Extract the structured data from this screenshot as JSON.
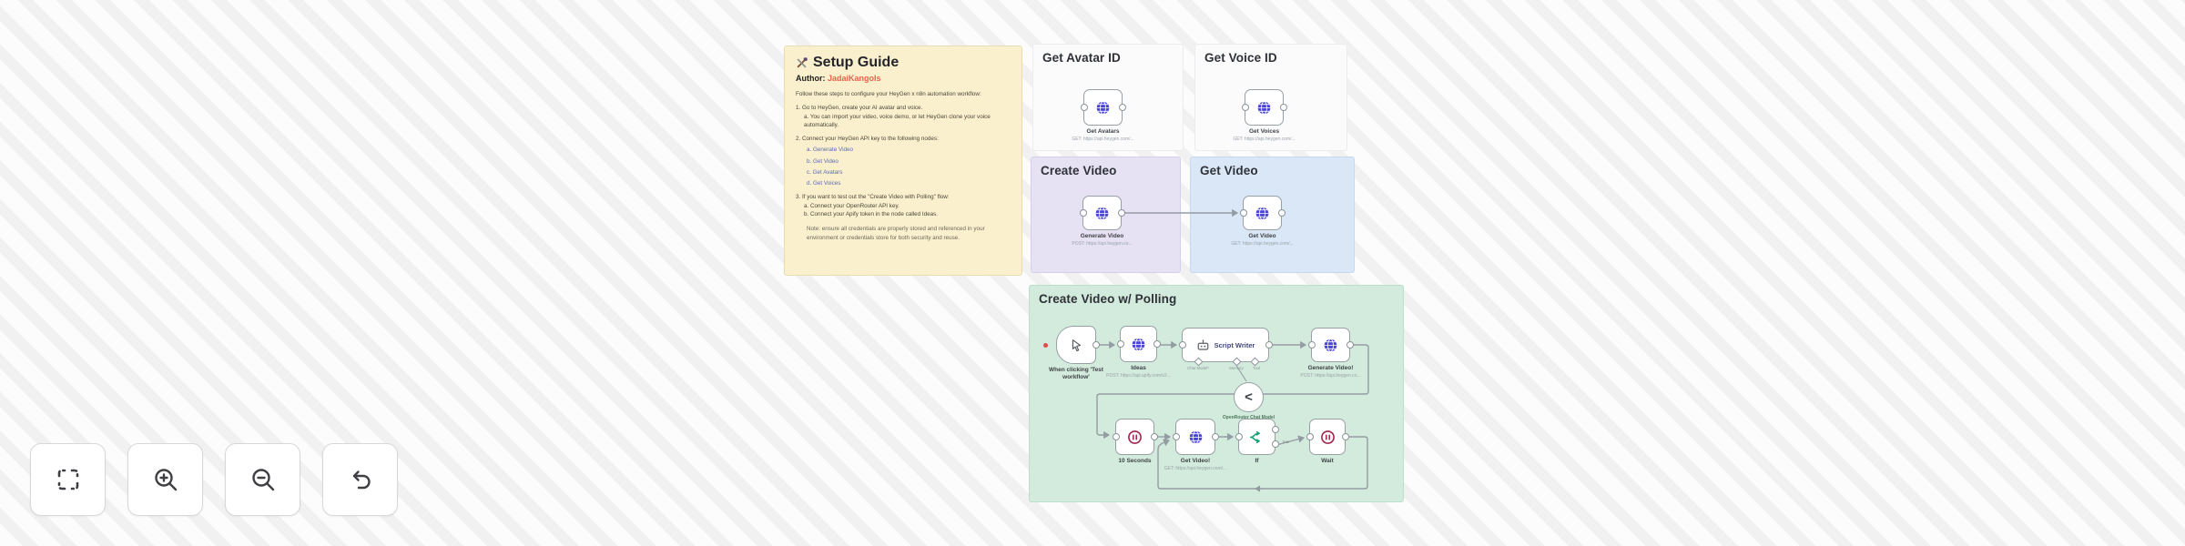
{
  "canvas": {
    "background": "#f5f5f6"
  },
  "stickies": {
    "setup_guide": {
      "title": "Setup Guide",
      "title_icon": "tools-icon",
      "author_label": "Author:",
      "author_name": "JadaiKangols",
      "lines": [
        "Follow these steps to configure your HeyGen x n8n automation workflow:",
        "1. Go to HeyGen, create your AI avatar and voice.",
        "a. You can import your video, voice demo, or let HeyGen clone your voice automatically.",
        "2. Connect your HeyGen API key to the following nodes:",
        "a. Generate Video",
        "b. Get Video",
        "c. Get Avatars",
        "d. Get Voices",
        "3. If you want to test out the \"Create Video with Polling\" flow:",
        "a. Connect your OpenRouter API key.",
        "b. Connect your Apify token in the node called Ideas.",
        "Note: ensure all credentials are properly stored and referenced in your environment or credentials store for both security and reuse."
      ]
    },
    "get_avatar_id": {
      "title": "Get Avatar ID"
    },
    "get_voice_id": {
      "title": "Get Voice ID"
    },
    "create_video": {
      "title": "Create Video"
    },
    "get_video": {
      "title": "Get Video"
    },
    "create_video_polling": {
      "title": "Create Video w/ Polling"
    }
  },
  "nodes": {
    "get_avatars": {
      "icon": "globe-icon",
      "label": "Get Avatars",
      "sub": "GET: https://api.heygen.com/..."
    },
    "get_voices": {
      "icon": "globe-icon",
      "label": "Get Voices",
      "sub": "GET: https://api.heygen.com/..."
    },
    "generate_video": {
      "icon": "globe-icon",
      "label": "Generate Video",
      "sub": "POST: https://api.heygen.co..."
    },
    "get_video": {
      "icon": "globe-icon",
      "label": "Get Video",
      "sub": "GET: https://api.heygen.com/..."
    },
    "manual_trigger": {
      "icon": "cursor-icon",
      "label": "When clicking 'Test workflow'"
    },
    "ideas": {
      "icon": "globe-icon",
      "label": "Ideas",
      "sub": "POST: https://api.apify.com/v2..."
    },
    "script_writer": {
      "icon": "robot-icon",
      "label": "Script Writer",
      "port_labels": [
        "Chat Model*",
        "Memory",
        "Tool"
      ]
    },
    "generate_video_polling": {
      "icon": "globe-icon",
      "label": "Generate Video!",
      "sub": "POST: https://api.heygen.co..."
    },
    "openrouter_chat_model": {
      "icon": "openrouter-icon",
      "glyph": "<",
      "label": "OpenRouter Chat Model"
    },
    "wait_10_seconds": {
      "icon": "wait-icon",
      "label": "10 Seconds"
    },
    "get_video_polling": {
      "icon": "globe-icon",
      "label": "Get Video!",
      "sub": "GET: https://api.heygen.com/..."
    },
    "if_node": {
      "icon": "if-branch-icon",
      "label": "If"
    },
    "wait_node": {
      "icon": "wait-icon",
      "label": "Wait"
    }
  },
  "edges": {
    "if_to_wait_label": "true"
  },
  "toolbar": {
    "buttons": [
      {
        "name": "fit-view"
      },
      {
        "name": "zoom-in"
      },
      {
        "name": "zoom-out"
      },
      {
        "name": "undo"
      }
    ]
  },
  "colors": {
    "sticky_yellow": "#faf0ce",
    "sticky_white": "#fbfbfc",
    "sticky_lavender": "#e6e1f3",
    "sticky_blue": "#d9e7f6",
    "sticky_green": "#d2ebdc",
    "node_border": "#98a0a6",
    "connector": "#949ca3",
    "globe_icon": "#4a43d8",
    "wait_icon": "#a02348",
    "if_icon": "#12a075",
    "author_red": "#f0604a",
    "red_dot": "#e5484d"
  }
}
